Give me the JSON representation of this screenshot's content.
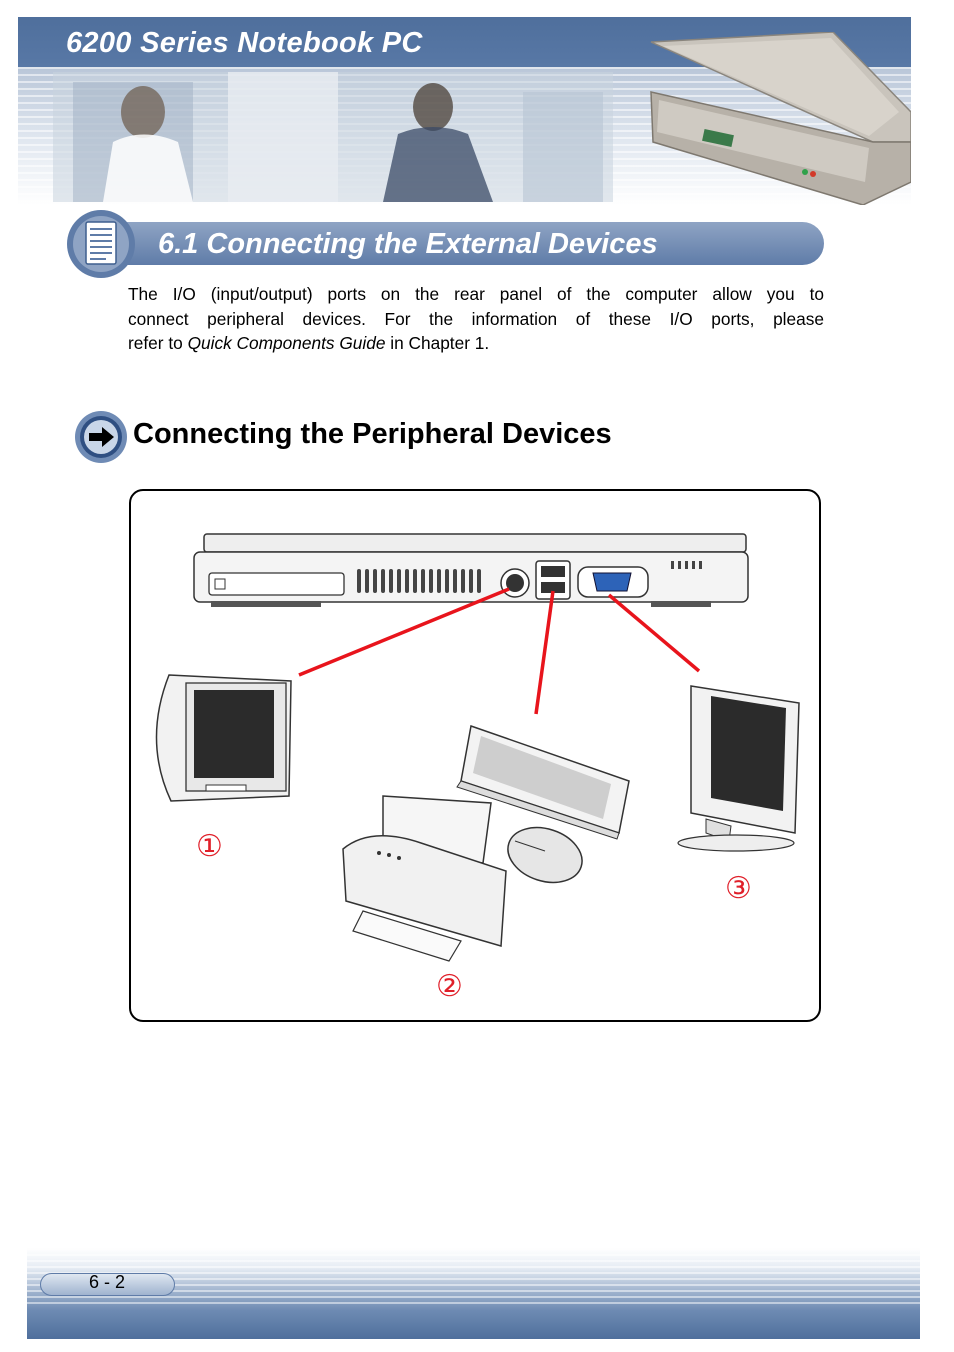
{
  "header": {
    "title": "6200 Series Notebook PC"
  },
  "section": {
    "title": "6.1  Connecting the External Devices",
    "intro_lines": [
      "The I/O (input/output) ports on the rear panel of the computer allow you to",
      "connect peripheral devices.  For the information of these I/O ports, please"
    ],
    "intro_last_prefix": "refer to ",
    "intro_last_italic": "Quick Components Guide",
    "intro_last_suffix": " in Chapter 1."
  },
  "subsection": {
    "title": "Connecting the Peripheral Devices"
  },
  "figure": {
    "callouts": [
      "①",
      "②",
      "③"
    ],
    "callout_color": "#e0202a",
    "cable_color": "#e8141c"
  },
  "footer": {
    "page_number": "6 - 2"
  },
  "colors": {
    "brand_blue": "#5878a6",
    "banner_text": "#ffffff"
  }
}
